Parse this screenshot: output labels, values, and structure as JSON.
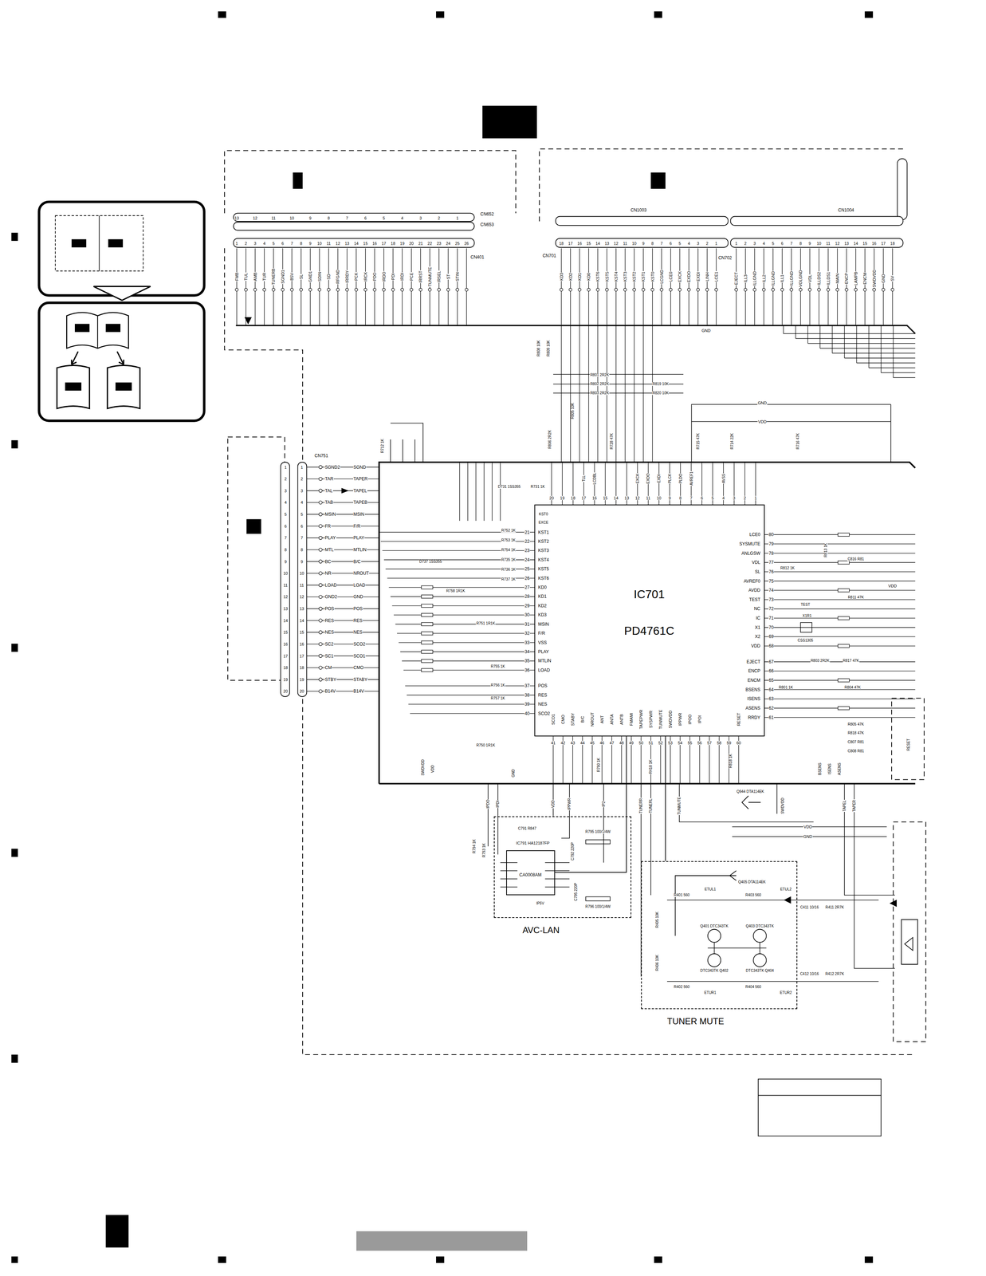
{
  "diagram": {
    "nodes": [
      {
        "text": [
          "IC701",
          "PD4761C"
        ]
      },
      {
        "text": [
          "AVC-LAN"
        ]
      },
      {
        "text": [
          "IC791 HA12187FP",
          "CA0008AM"
        ],
        "in": 1
      },
      {
        "text": [
          "TUNER MUTE"
        ]
      }
    ],
    "edges": [
      {
        "from": 0,
        "to": 2,
        "arrow": "none"
      },
      {
        "from": 0,
        "to": 3,
        "arrow": "none"
      }
    ],
    "labels": [
      "1",
      "2",
      "3",
      "4",
      "5",
      "6",
      "7",
      "8",
      "9",
      "10",
      "11",
      "12",
      "13",
      "14",
      "15",
      "16",
      "17",
      "18",
      "19",
      "20",
      "21",
      "22",
      "23",
      "24",
      "25",
      "26",
      "13",
      "12",
      "11",
      "10",
      "9",
      "8",
      "7",
      "6",
      "5",
      "4",
      "3",
      "2",
      "1",
      "FMB",
      "TUL",
      "AMB",
      "TUR",
      "TUNERB",
      "SGND1",
      "B5V",
      "SL",
      "GND1",
      "SDIN",
      "SD",
      "RFGND",
      "IRRDY",
      "PCK",
      "IRCK",
      "PDO",
      "IRDO",
      "PDI",
      "IRDI",
      "PCE",
      "IRRST",
      "TUNMUTE",
      "IRSEL",
      "ST",
      "STIN",
      "18",
      "17",
      "16",
      "15",
      "14",
      "13",
      "12",
      "11",
      "10",
      "9",
      "8",
      "7",
      "6",
      "5",
      "4",
      "3",
      "2",
      "1",
      "KD3",
      "KD2",
      "KD1",
      "KD0",
      "KST6",
      "KST5",
      "KST4",
      "KST3",
      "KST2",
      "KST1",
      "KST0",
      "LCGND",
      "LCE0",
      "EXCK",
      "EXDO",
      "EXDI",
      "LINH",
      "LCE1",
      "1",
      "2",
      "3",
      "4",
      "5",
      "6",
      "7",
      "8",
      "9",
      "10",
      "11",
      "12",
      "13",
      "14",
      "15",
      "16",
      "17",
      "18",
      "EJECT",
      "ILL3",
      "ILLGND",
      "ILL2",
      "ILLGND",
      "ILL1",
      "ILLGND",
      "VOLGND",
      "VDL",
      "ILLDS2",
      "ILLDS1",
      "MAIN",
      "ENCP",
      "LAMPB",
      "ENCM",
      "SWDVDD",
      "GND",
      "SV",
      "1",
      "2",
      "3",
      "4",
      "5",
      "6",
      "7",
      "8",
      "9",
      "10",
      "11",
      "12",
      "13",
      "14",
      "15",
      "16",
      "17",
      "18",
      "19",
      "20",
      "1",
      "2",
      "3",
      "4",
      "5",
      "6",
      "7",
      "8",
      "9",
      "10",
      "11",
      "12",
      "13",
      "14",
      "15",
      "16",
      "17",
      "18",
      "19",
      "20",
      "SGND2",
      "TAR",
      "TAL",
      "TAB",
      "MSIN",
      "FR",
      "PLAY",
      "MTL",
      "BC",
      "NR",
      "LOAD",
      "GND2",
      "POS",
      "RES",
      "NES",
      "SC2",
      "SC1",
      "CM",
      "STBY",
      "B14V",
      "SGND",
      "TAPER",
      "TAPEL",
      "TAPEB",
      "MSIN",
      "F/R",
      "PLAY",
      "MTLIN",
      "B/C",
      "NROUT",
      "LOAD",
      "GND",
      "POS",
      "RES",
      "NES",
      "SCO2",
      "SCO1",
      "CMO",
      "STABY",
      "B14V",
      "21",
      "22",
      "23",
      "24",
      "25",
      "26",
      "27",
      "28",
      "29",
      "30",
      "31",
      "32",
      "33",
      "34",
      "35",
      "36",
      "37",
      "38",
      "39",
      "40",
      "KST1",
      "KST2",
      "KST3",
      "KST4",
      "KST5",
      "KST6",
      "KD0",
      "KD1",
      "KD2",
      "KD3",
      "MSIN",
      "F/R",
      "VSS",
      "PLAY",
      "MTLIN",
      "LOAD",
      "POS",
      "RES",
      "NES",
      "SCO2",
      "80",
      "79",
      "78",
      "77",
      "76",
      "75",
      "74",
      "73",
      "72",
      "71",
      "70",
      "69",
      "68",
      "67",
      "66",
      "65",
      "64",
      "63",
      "62",
      "61",
      "LCE0",
      "SYSMUTE",
      "ANLGSW",
      "VDL",
      "SL",
      "AVREF0",
      "AVDD",
      "TEST",
      "NC",
      "IC",
      "X1",
      "X2",
      "VDD",
      "EJECT",
      "ENCP",
      "ENCM",
      "BSENS",
      "ISENS",
      "ASENS",
      "RRDY",
      "41",
      "42",
      "43",
      "44",
      "45",
      "46",
      "47",
      "48",
      "49",
      "50",
      "51",
      "52",
      "53",
      "54",
      "55",
      "56",
      "57",
      "58",
      "59",
      "60",
      "SCO1",
      "CMO",
      "STABY",
      "B/C",
      "NROUT",
      "ANT",
      "ANTA",
      "ANTB",
      "FMAMI",
      "TAPEPWR",
      "SYSPWR",
      "TUNMUTE",
      "SWDVDD",
      "IPPWR",
      "IPOO",
      "IPOI",
      "RESET",
      "20",
      "19",
      "18",
      "17",
      "16",
      "15",
      "14",
      "13",
      "12",
      "11",
      "10",
      "9",
      "8",
      "7",
      "6",
      "5",
      "4",
      "3",
      "2",
      "1",
      "KST0",
      "EXCE",
      "TLL",
      "LCDBL",
      "EXCK",
      "EXDO",
      "EXDI",
      "PLCK",
      "PLDO",
      "AVREF1",
      "AVSS",
      "CN652",
      "CN653",
      "CN401",
      "CN1003",
      "CN1004",
      "CN701",
      "CN702",
      "CN751",
      "GND",
      "GND",
      "VDD",
      "TEST",
      "X1R1",
      "CSS1305",
      "VDD",
      "VDD",
      "GND",
      "SWDVDD",
      "VDD",
      "GND",
      "IPDO",
      "IPDI",
      "VDD",
      "IPPWR",
      "IP2",
      "TUNERR",
      "TUNERL",
      "TUNMUTE",
      "Q944 DTA114EK",
      "SWDVDD",
      "TAPEL",
      "TAPER",
      "Q405 DTA114EK",
      "R401 560",
      "ETUL1",
      "R403 560",
      "ETUL2",
      "C411 10/16",
      "R411 2R7K",
      "Q401 DTC343TK",
      "Q403 DTC343TK",
      "DTC343TK Q402",
      "DTC343TK Q404",
      "R405 10K",
      "R406 10K",
      "R402 560",
      "ETUR1",
      "R404 560",
      "ETUR2",
      "C412 10/16",
      "R412 2R7K",
      "C791 R847",
      "R795 100/1/4W",
      "R796 100/1/4W",
      "IP5V",
      "C792 220P",
      "C795 220P",
      "R794 1K",
      "R793 1K",
      "D737 1SS355",
      "D731 1SS355",
      "R731 1K",
      "R752 1K",
      "R753 1K",
      "R754 1K",
      "R735 1K",
      "R736 1K",
      "R737 1K",
      "R758 1R1K",
      "R751 1R1K",
      "R755 1K",
      "R756 1K",
      "R757 1K",
      "R750 1R1K",
      "R712 1K",
      "R801 2R2K",
      "R802 2R2K",
      "R803 2R2K",
      "R819 10K",
      "R820 10K",
      "R805 10K",
      "R806 2R2K",
      "R728 47K",
      "R715 47K",
      "R714 22K",
      "R716 47K",
      "R808 10K",
      "R809 10K",
      "R811 47K",
      "R812 1K",
      "R813 1K",
      "C816 R81",
      "R803 2R2K",
      "R817 47K",
      "R801 1K",
      "R804 47K",
      "R805 47K",
      "R818 47K",
      "C807 R81",
      "C808 R81",
      "R818 1K",
      "R790 1K",
      "R418 1K",
      "RESET",
      "BSENS",
      "ISENS",
      "ASENS"
    ]
  }
}
